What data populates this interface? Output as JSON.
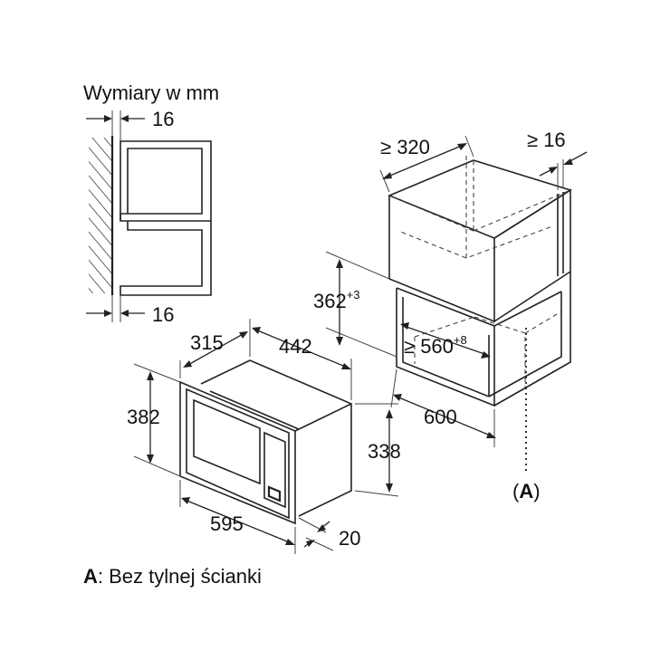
{
  "title": "Wymiary w mm",
  "left_view": {
    "dim_top": "16",
    "dim_bottom": "16"
  },
  "cabinet": {
    "dim_depth": "320",
    "dim_depth_prefix": "≥ ",
    "dim_side": "16",
    "dim_side_prefix": "≥ ",
    "dim_height": "362",
    "dim_height_tol": "+3",
    "dim_width": "560",
    "dim_width_prefix": "≥ ",
    "dim_width_tol": "+8",
    "dim_front": "600",
    "marker": "(A)",
    "marker_open": "(",
    "marker_letter": "A",
    "marker_close": ")"
  },
  "appliance": {
    "dim_depth": "315",
    "dim_width_top": "442",
    "dim_height": "382",
    "dim_height_inner": "338",
    "dim_width": "595",
    "dim_frame": "20"
  },
  "footnote": {
    "key": "A",
    "text": ": Bez tylnej ścianki"
  }
}
